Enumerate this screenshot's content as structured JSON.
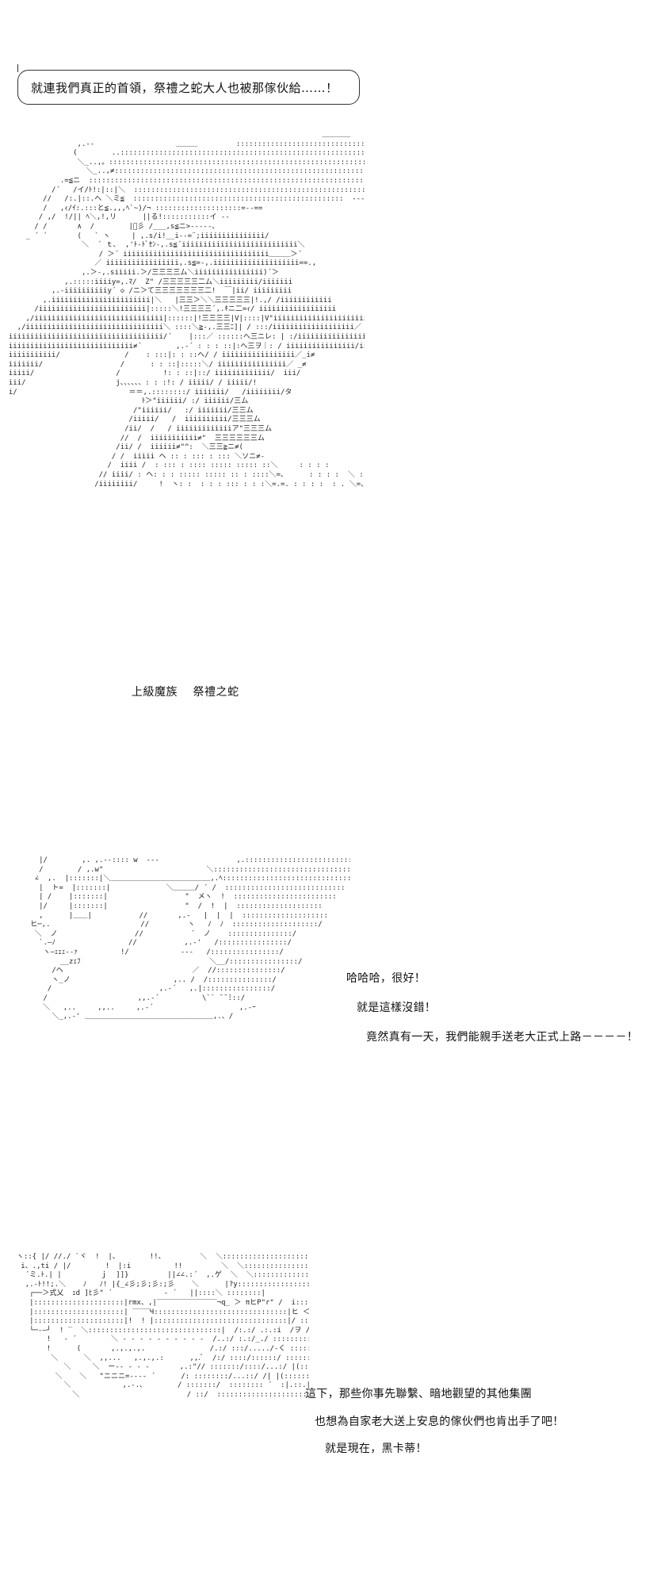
{
  "panel_1": {
    "speech": "就連我們真正的首領，祭禮之蛇大人也被那傢伙給……！",
    "caption": "上級魔族　 祭禮之蛇"
  },
  "panel_2": {
    "lines": [
      "哈哈哈，很好！",
      "就是這樣沒錯！",
      "竟然真有一天，我們能親手送老大正式上路－－－－！"
    ]
  },
  "panel_3": {
    "lines": [
      "這下，那些你事先聯繫、暗地觀望的其他集團",
      "也想為自家老大送上安息的傢伙們也肯出手了吧！",
      "就是現在，黑卡蒂！"
    ]
  }
}
